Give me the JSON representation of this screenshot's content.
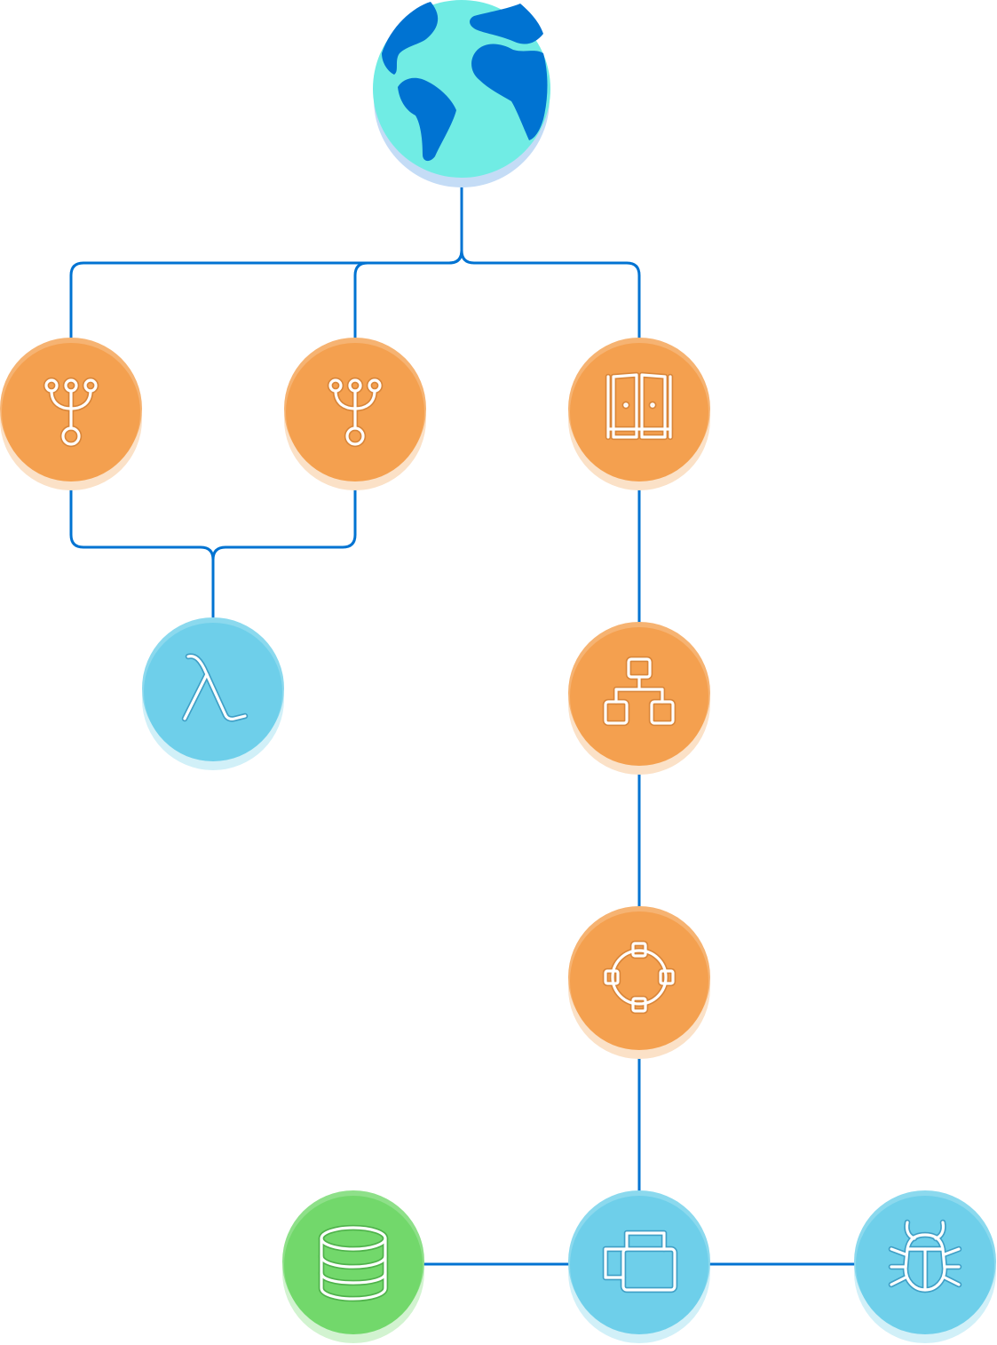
{
  "diagram": {
    "colors": {
      "connector": "#0073d2",
      "orange": "#f4a04f",
      "blue": "#6ecfea",
      "green": "#72d86b",
      "globe_land": "#0073d2",
      "globe_sea": "#70ece4"
    },
    "nodes": [
      {
        "id": "globe",
        "icon": "globe-icon",
        "color": "globe_sea"
      },
      {
        "id": "fanout-1",
        "icon": "fan-out-icon",
        "color": "orange"
      },
      {
        "id": "fanout-2",
        "icon": "fan-out-icon",
        "color": "orange"
      },
      {
        "id": "gateway",
        "icon": "double-door-icon",
        "color": "orange"
      },
      {
        "id": "lambda",
        "icon": "lambda-icon",
        "color": "blue"
      },
      {
        "id": "hierarchy",
        "icon": "hierarchy-icon",
        "color": "orange"
      },
      {
        "id": "cluster",
        "icon": "circle-nodes-icon",
        "color": "orange"
      },
      {
        "id": "instances",
        "icon": "stacked-windows-icon",
        "color": "blue"
      },
      {
        "id": "database",
        "icon": "database-icon",
        "color": "green"
      },
      {
        "id": "debug",
        "icon": "bug-icon",
        "color": "blue"
      }
    ],
    "edges": [
      {
        "from": "globe",
        "to": "fanout-1"
      },
      {
        "from": "globe",
        "to": "fanout-2"
      },
      {
        "from": "globe",
        "to": "gateway"
      },
      {
        "from": "fanout-1",
        "to": "lambda"
      },
      {
        "from": "fanout-2",
        "to": "lambda"
      },
      {
        "from": "gateway",
        "to": "hierarchy"
      },
      {
        "from": "hierarchy",
        "to": "cluster"
      },
      {
        "from": "cluster",
        "to": "instances"
      },
      {
        "from": "instances",
        "to": "database"
      },
      {
        "from": "instances",
        "to": "debug"
      }
    ]
  }
}
